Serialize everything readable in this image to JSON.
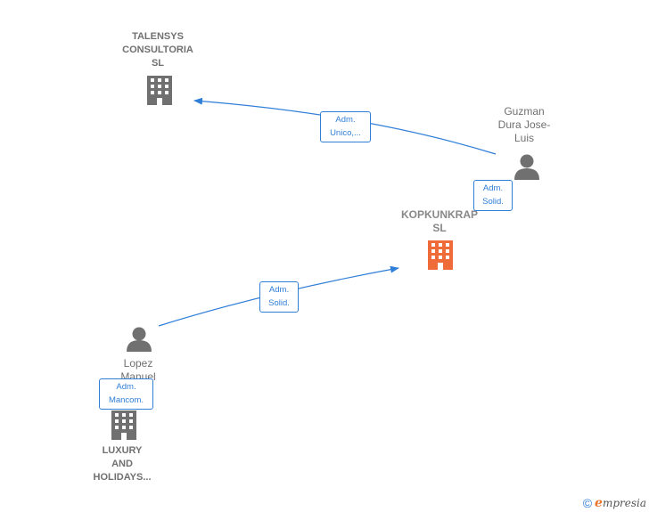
{
  "nodes": {
    "talensys": {
      "label": "TALENSYS\nCONSULTORIA\nSL",
      "icon": "building-icon",
      "color": "#707070"
    },
    "guzman": {
      "label": "Guzman\nDura Jose-\nLuis",
      "icon": "person-icon",
      "color": "#707070"
    },
    "kopkunkrap": {
      "label": "KOPKUNKRAP\nSL",
      "icon": "building-icon",
      "color": "#f06b3a"
    },
    "lopez": {
      "label": "Lopez\nManuel\n...n",
      "icon": "person-icon",
      "color": "#707070"
    },
    "luxury": {
      "label": "LUXURY\nAND\nHOLIDAYS...",
      "icon": "building-icon",
      "color": "#707070"
    }
  },
  "edges": {
    "guzman_talensys": {
      "label": "Adm.\nUnico,..."
    },
    "guzman_kopkunkrap": {
      "label": "Adm.\nSolid."
    },
    "lopez_kopkunkrap": {
      "label": "Adm.\nSolid."
    },
    "lopez_luxury": {
      "label": "Adm.\nMancom."
    }
  },
  "colors": {
    "edge": "#2f7ed8",
    "icon_gray": "#707070",
    "icon_main": "#f06b3a"
  },
  "watermark": {
    "copyright_symbol": "©",
    "brand_first": "e",
    "brand_rest": "mpresia"
  }
}
